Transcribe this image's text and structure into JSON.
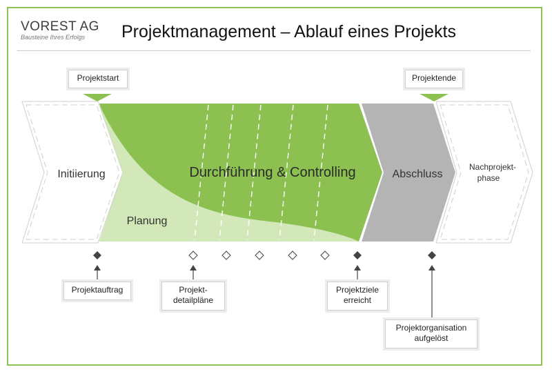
{
  "logo": {
    "name": "VOREST AG",
    "tagline": "Bausteine Ihres Erfolgs"
  },
  "title": "Projektmanagement – Ablauf eines Projekts",
  "markers_top": {
    "start": "Projektstart",
    "end": "Projektende"
  },
  "phases": {
    "initiation": "Initiierung",
    "execution": "Durchführung & Controlling",
    "planning": "Planung",
    "closing": "Abschluss",
    "post_line1": "Nachprojekt-",
    "post_line2": "phase"
  },
  "milestones": {
    "order": "Projektauftrag",
    "detail_line1": "Projekt-",
    "detail_line2": "detailpläne",
    "goals_line1": "Projektziele",
    "goals_line2": "erreicht",
    "org_line1": "Projektorganisation",
    "org_line2": "aufgelöst"
  },
  "colors": {
    "execution": "#8cc152",
    "planning": "#cfe6b4",
    "closing": "#b4b4b4",
    "frame": "#8cc152"
  }
}
